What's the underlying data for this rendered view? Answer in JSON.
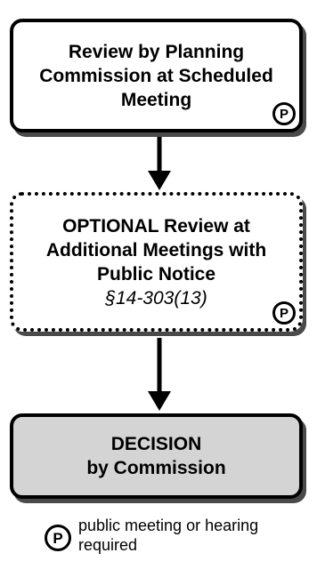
{
  "steps": [
    {
      "lines": [
        "Review by Planning",
        "Commission at Scheduled",
        "Meeting"
      ],
      "public_badge": "P"
    },
    {
      "lines": [
        "OPTIONAL Review at",
        "Additional Meetings with",
        "Public Notice"
      ],
      "citation": "§14-303(13)",
      "public_badge": "P"
    },
    {
      "lines": [
        "DECISION",
        "by Commission"
      ]
    }
  ],
  "legend": {
    "badge": "P",
    "text": "public meeting or hearing required"
  },
  "colors": {
    "box_fill": "#ffffff",
    "decision_fill": "#d4d4d4",
    "border": "#000000",
    "shadow": "#4a4a4a"
  }
}
